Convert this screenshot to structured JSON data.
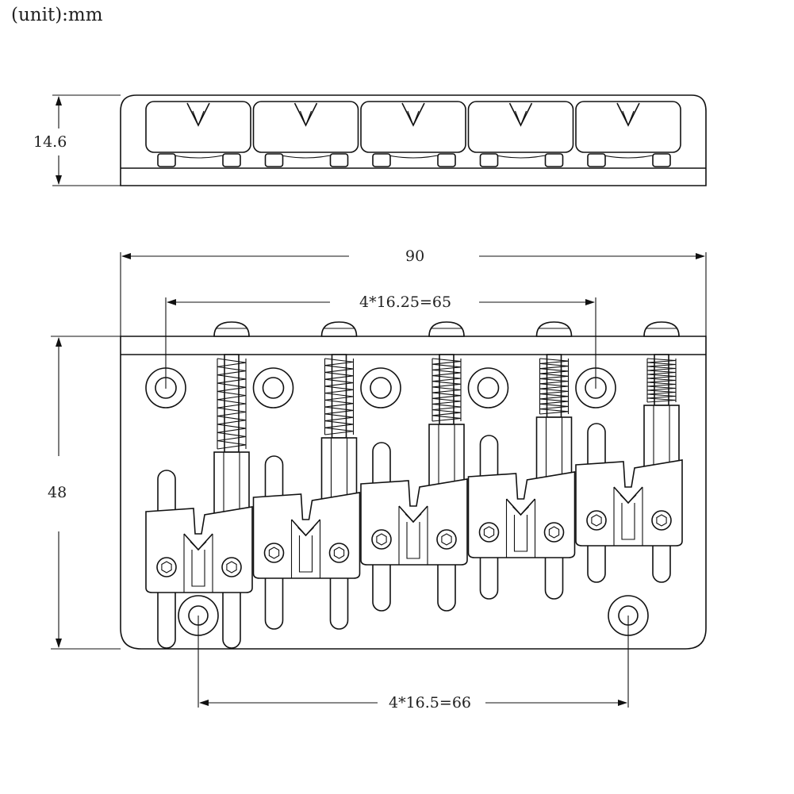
{
  "unit_label": "(unit):mm",
  "dimensions": {
    "height_side": "14.6",
    "overall_width": "90",
    "saddle_spacing": "4*16.25=65",
    "depth": "48",
    "mount_spacing": "4*16.5=66"
  },
  "saddle_count": 5,
  "line_color": "#111111"
}
